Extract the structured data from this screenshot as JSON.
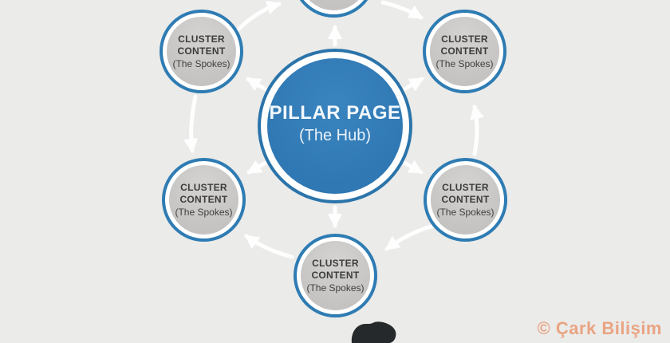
{
  "diagram": {
    "hub": {
      "title": "PILLAR PAGE",
      "subtitle": "(The Hub)"
    },
    "spokes": [
      {
        "position": "top",
        "line1": "",
        "line2": "",
        "subtitle": ""
      },
      {
        "position": "top-left",
        "line1": "CLUSTER",
        "line2": "CONTENT",
        "subtitle": "(The Spokes)"
      },
      {
        "position": "top-right",
        "line1": "CLUSTER",
        "line2": "CONTENT",
        "subtitle": "(The Spokes)"
      },
      {
        "position": "bottom-left",
        "line1": "CLUSTER",
        "line2": "CONTENT",
        "subtitle": "(The Spokes)"
      },
      {
        "position": "bottom-right",
        "line1": "CLUSTER",
        "line2": "CONTENT",
        "subtitle": "(The Spokes)"
      },
      {
        "position": "bottom",
        "line1": "CLUSTER",
        "line2": "CONTENT",
        "subtitle": "(The Spokes)"
      }
    ],
    "connections": [
      {
        "from": "hub",
        "to": "top"
      },
      {
        "from": "hub",
        "to": "top-left"
      },
      {
        "from": "hub",
        "to": "top-right"
      },
      {
        "from": "hub",
        "to": "bottom-left"
      },
      {
        "from": "hub",
        "to": "bottom-right"
      },
      {
        "from": "hub",
        "to": "bottom"
      },
      {
        "from": "top-left",
        "to": "top"
      },
      {
        "from": "top",
        "to": "top-right"
      },
      {
        "from": "top-left",
        "to": "bottom-left"
      },
      {
        "from": "bottom-right",
        "to": "top-right"
      },
      {
        "from": "bottom",
        "to": "bottom-left"
      },
      {
        "from": "bottom-right",
        "to": "bottom"
      }
    ]
  },
  "watermark": {
    "text": "© Çark Bilişim"
  },
  "colors": {
    "background": "#ebebe9",
    "hub_fill": "#2f78b3",
    "circle_ring_blue": "#2e7cb3",
    "spoke_fill": "#c9c8c6",
    "arrow": "#ffffff",
    "hub_text": "#f2f8fc",
    "spoke_text": "#3c3c3c",
    "watermark": "#e9a483",
    "logo_blob": "#26292b"
  }
}
